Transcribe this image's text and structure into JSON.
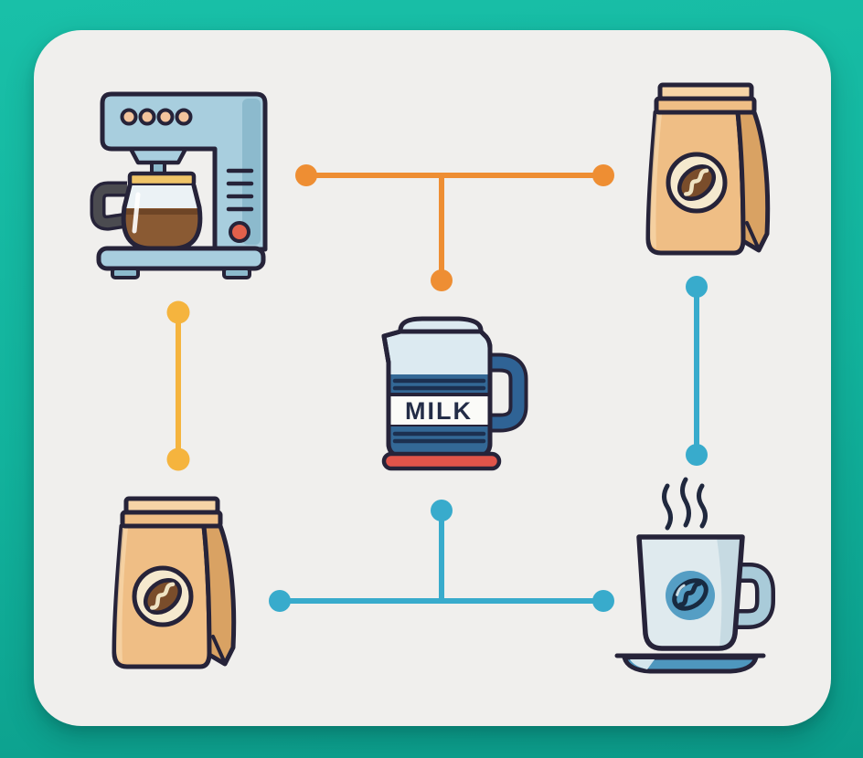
{
  "scene": {
    "description": "Flat illustration: coffee brewing items connected by a node diagram on a rounded light card over a teal background"
  },
  "theme": {
    "bg_top": "#19C0A8",
    "bg_bottom": "#0B9C8A",
    "card_bg": "#F0EFED",
    "outline": "#262339",
    "connector_orange": "#EE8E33",
    "connector_yellow": "#F5B43E",
    "connector_blue": "#38ABCC",
    "machine_body": "#A8CEDE",
    "machine_body_dark": "#8CBACD",
    "machine_button": "#F2C39C",
    "machine_red": "#E2604B",
    "carafe_band": "#F0C467",
    "carafe_glass": "#EBF2F5",
    "coffee": "#8A5A33",
    "coffee_dark": "#6E4526",
    "handle_gray": "#4B4B50",
    "bag_body": "#EFBE85",
    "bag_body_light": "#F6D4A6",
    "bag_gusset": "#D9A263",
    "badge_cream": "#F5E9CE",
    "bean_brown": "#7A4D2B",
    "bean_line": "#EFE3C3",
    "jug_top": "#DCEAF1",
    "jug_band": "#336896",
    "jug_band_line": "#1C3050",
    "jug_label_bg": "#FBFBF8",
    "jug_text": "#232C47",
    "jug_base_red": "#E1544A",
    "jug_handle": "#2F6395",
    "mug_body": "#DFEAEE",
    "mug_shade": "#C6DAE2",
    "mug_badge": "#559EC4",
    "mug_bean_line": "#182A40",
    "mug_handle": "#A9CBD9",
    "saucer_blue": "#4E97BE",
    "saucer_light": "#D5E5EC",
    "steam": "#20283E"
  },
  "diagram": {
    "nodes": {
      "coffee_machine": {
        "id": "coffee-machine",
        "position": "top-left"
      },
      "coffee_bag_top_right": {
        "id": "coffee-bag-top-right",
        "position": "top-right"
      },
      "milk_jug": {
        "id": "milk-jug",
        "position": "center",
        "label": "MILK"
      },
      "coffee_bag_bottom_left": {
        "id": "coffee-bag-bottom-left",
        "position": "bottom-left"
      },
      "coffee_mug": {
        "id": "coffee-mug",
        "position": "bottom-right"
      }
    },
    "connectors": [
      {
        "id": "top-tee",
        "color": "#EE8E33",
        "shape": "tee-down",
        "connects": [
          "coffee-machine",
          "coffee-bag-top-right",
          "milk-jug"
        ]
      },
      {
        "id": "left-vertical",
        "color": "#F5B43E",
        "shape": "vertical",
        "connects": [
          "coffee-machine",
          "coffee-bag-bottom-left"
        ]
      },
      {
        "id": "right-vertical",
        "color": "#38ABCC",
        "shape": "vertical",
        "connects": [
          "coffee-bag-top-right",
          "coffee-mug"
        ]
      },
      {
        "id": "bottom-tee",
        "color": "#38ABCC",
        "shape": "tee-up",
        "connects": [
          "milk-jug",
          "coffee-bag-bottom-left",
          "coffee-mug"
        ]
      }
    ]
  }
}
